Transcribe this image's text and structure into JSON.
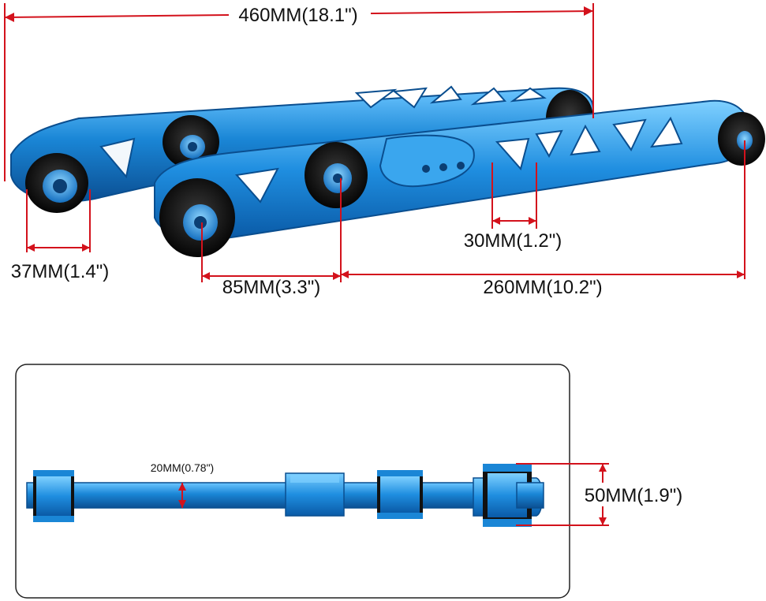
{
  "colors": {
    "accent_blue": "#1a86d6",
    "dimension_red": "#d3121c",
    "bushing_black": "#111111"
  },
  "dimensions": {
    "overall_length": "460MM(18.1\")",
    "bushing_width": "37MM(1.4\")",
    "offset_length": "85MM(3.3\")",
    "main_length": "260MM(10.2\")",
    "slot_width": "30MM(1.2\")",
    "bar_thickness": "20MM(0.78\")",
    "bushing_height": "50MM(1.9\")"
  }
}
